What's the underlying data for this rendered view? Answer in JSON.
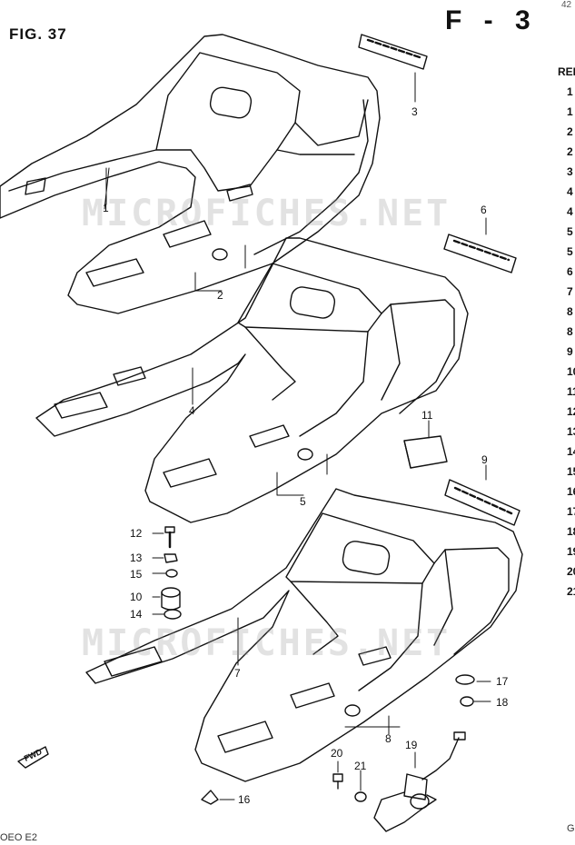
{
  "figure_label": "FIG. 37",
  "page_code": "F - 3",
  "corner_text": "42",
  "ref_header": "REI",
  "ref_column": [
    "1",
    "1",
    "2",
    "2",
    "3",
    "4",
    "4",
    "5",
    "5",
    "6",
    "7",
    "8",
    "8",
    "9",
    "10",
    "11",
    "12",
    "13",
    "14",
    "15",
    "16",
    "17",
    "18",
    "19",
    "20",
    "21"
  ],
  "watermark": "MICROFICHES.NET",
  "footer_left": "OEO E2",
  "footer_right": "G",
  "fwd_label": "FWD",
  "callouts": [
    "1",
    "2",
    "3",
    "4",
    "5",
    "6",
    "7",
    "8",
    "9",
    "10",
    "11",
    "12",
    "13",
    "14",
    "15",
    "16",
    "17",
    "18",
    "19",
    "20",
    "21"
  ]
}
